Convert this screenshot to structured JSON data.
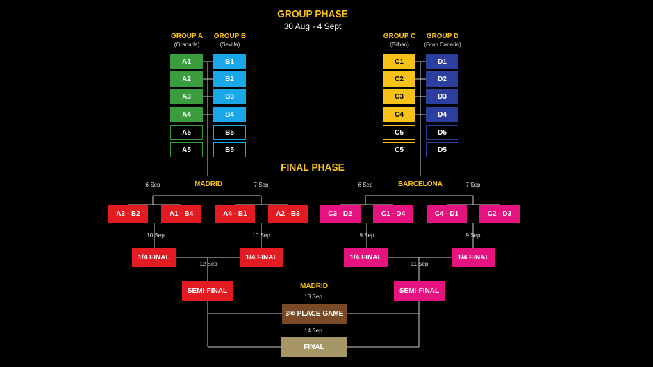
{
  "group_phase": {
    "title": "GROUP PHASE",
    "dates": "30 Aug - 4 Sept"
  },
  "groups": [
    {
      "name": "GROUP A",
      "city": "(Granada)",
      "color": "#3a9b3f",
      "slots": [
        "A1",
        "A2",
        "A3",
        "A4",
        "A5",
        "A5"
      ]
    },
    {
      "name": "GROUP B",
      "city": "(Sevilla)",
      "color": "#1aa7e8",
      "slots": [
        "B1",
        "B2",
        "B3",
        "B4",
        "B5",
        "B5"
      ]
    },
    {
      "name": "GROUP C",
      "city": "(Bilbao)",
      "color": "#f6c21a",
      "slots": [
        "C1",
        "C2",
        "C3",
        "C4",
        "C5",
        "C5"
      ]
    },
    {
      "name": "GROUP D",
      "city": "(Gran Canaria)",
      "color": "#2c3e9e",
      "slots": [
        "D1",
        "D2",
        "D3",
        "D4",
        "D5",
        "D5"
      ]
    }
  ],
  "final_phase": {
    "title": "FINAL PHASE"
  },
  "left_bracket": {
    "city": "MADRID",
    "date_left": "6 Sep",
    "date_right": "7 Sep",
    "r16": [
      "A3 - B2",
      "A1 - B4",
      "A4 - B1",
      "A2 - B3"
    ],
    "qf_date_left": "10 Sep",
    "qf_date_right": "10 Sep",
    "qf": [
      "1/4 FINAL",
      "1/4 FINAL"
    ],
    "sf_date": "12 Sep",
    "sf": "SEMI-FINAL"
  },
  "right_bracket": {
    "city": "BARCELONA",
    "date_left": "6 Sep",
    "date_right": "7 Sep",
    "r16": [
      "C3 - D2",
      "C1 - D4",
      "C4 - D1",
      "C2 - D3"
    ],
    "qf_date_left": "9 Sep",
    "qf_date_right": "9 Sep",
    "qf": [
      "1/4 FINAL",
      "1/4 FINAL"
    ],
    "sf_date": "11 Sep",
    "sf": "SEMI-FINAL"
  },
  "finals": {
    "city": "MADRID",
    "third_date": "13 Sep",
    "third_prefix": "3",
    "third_sup": "RD",
    "third_label": " PLACE GAME",
    "final_date": "14 Sep",
    "final_label": "FINAL"
  },
  "colors": {
    "madrid": "#e31b23",
    "barcelona": "#e5127f",
    "third": "#7a4a28",
    "final": "#a89766",
    "accent": "#f7c21c"
  }
}
